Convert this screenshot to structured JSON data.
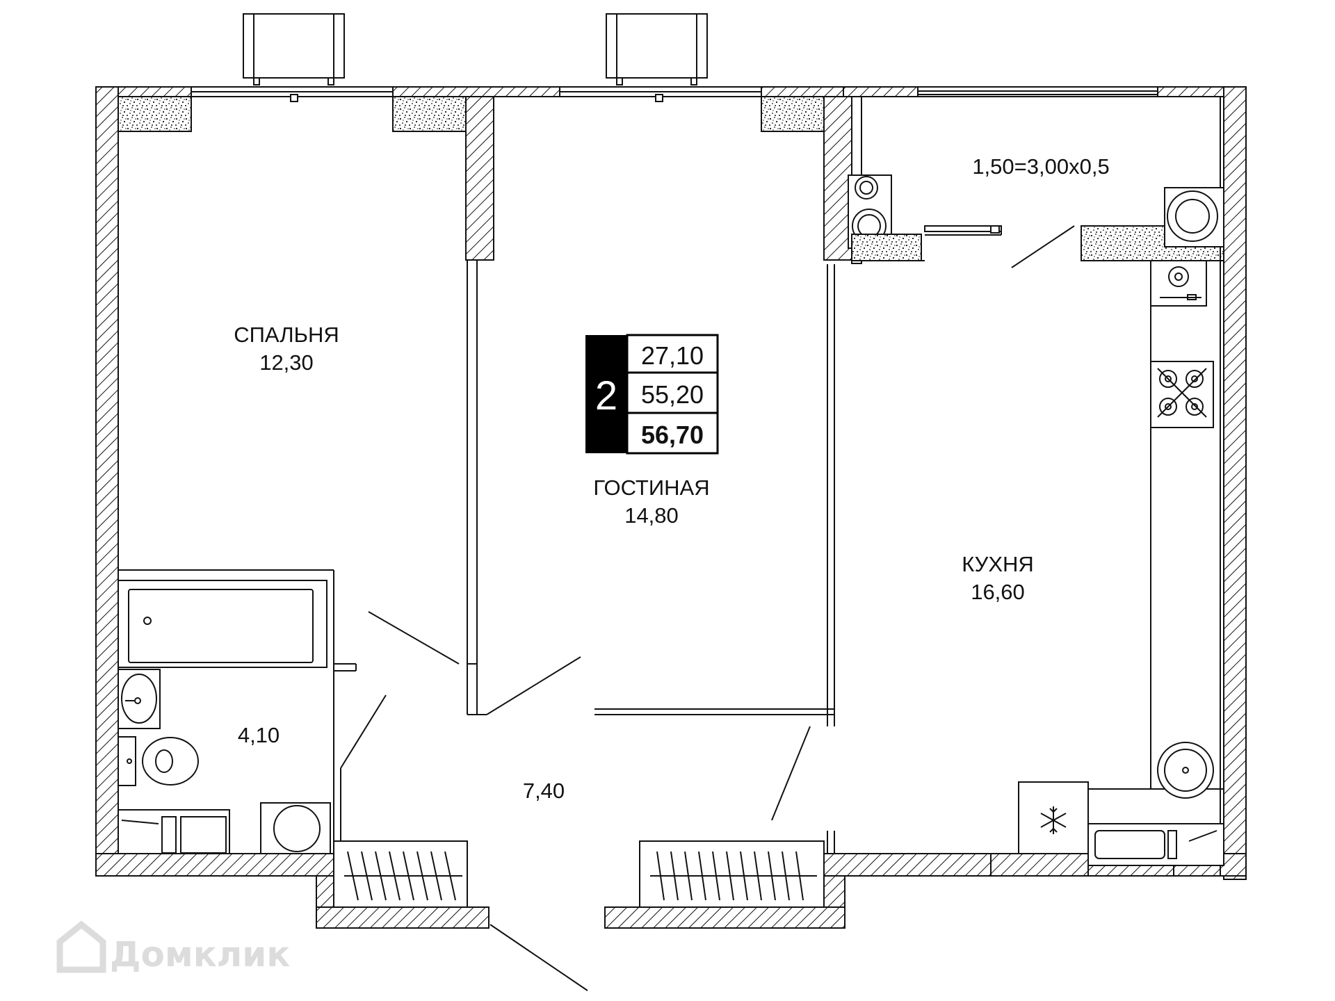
{
  "rooms": {
    "bedroom": {
      "name": "СПАЛЬНЯ",
      "area": "12,30"
    },
    "living": {
      "name": "ГОСТИНАЯ",
      "area": "14,80"
    },
    "kitchen": {
      "name": "КУХНЯ",
      "area": "16,60"
    },
    "bathroom": {
      "area": "4,10"
    },
    "hall": {
      "area": "7,40"
    },
    "balcony": {
      "area": "1,50=3,00x0,5"
    }
  },
  "summary": {
    "rooms_count": "2",
    "living_area": "27,10",
    "area_without_balcony": "55,20",
    "total_area": "56,70"
  },
  "watermark": {
    "text": "Домклик"
  },
  "colors": {
    "line": "#111111",
    "badge": "#000000",
    "watermark": "#dcdcdc"
  }
}
